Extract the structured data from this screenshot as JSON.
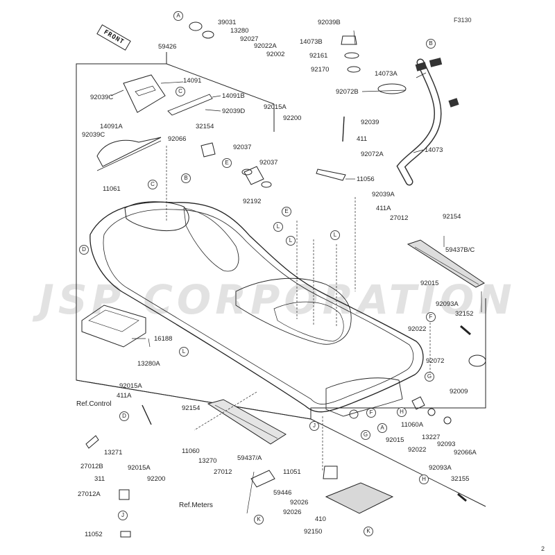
{
  "diagram": {
    "code": "F3130",
    "corner": "2",
    "front_label": "FRONT",
    "watermark": "JSP CORPORATION",
    "notes": {
      "ref_control": "Ref.Control",
      "ref_meters": "Ref.Meters"
    },
    "parts": {
      "p39031": "39031",
      "p13280": "13280",
      "p92027": "92027",
      "p92022A": "92022A",
      "p92002": "92002",
      "p59426": "59426",
      "p14091": "14091",
      "p92039C": "92039C",
      "p14091B": "14091B",
      "p92039D": "92039D",
      "p14091A": "14091A",
      "p92039C2": "92039C",
      "p92066": "92066",
      "p11061": "11061",
      "p32154": "32154",
      "p92037": "92037",
      "p92037b": "92037",
      "p92192": "92192",
      "p92015A": "92015A",
      "p92200": "92200",
      "p92039B": "92039B",
      "p14073B": "14073B",
      "p92161": "92161",
      "p92170": "92170",
      "p14073A": "14073A",
      "p92072B": "92072B",
      "p92039": "92039",
      "p411": "411",
      "p92072A": "92072A",
      "p11056": "11056",
      "p92039A": "92039A",
      "p14073": "14073",
      "p411A": "411A",
      "p27012": "27012",
      "p92154": "92154",
      "p59437BC": "59437B/C",
      "p92015": "92015",
      "p92093A": "92093A",
      "p32152": "32152",
      "p92022": "92022",
      "p92072": "92072",
      "p16188": "16188",
      "p13280A": "13280A",
      "p92015A2": "92015A",
      "p411A2": "411A",
      "p92154b": "92154",
      "p13271": "13271",
      "p27012B": "27012B",
      "p92015A3": "92015A",
      "p92200b": "92200",
      "p11060": "11060",
      "p13270": "13270",
      "p27012b": "27012",
      "p311": "311",
      "p27012A": "27012A",
      "p11052": "11052",
      "p59437A": "59437/A",
      "p11051": "11051",
      "p59446": "59446",
      "p92026": "92026",
      "p92026b": "92026",
      "p410": "410",
      "p92150": "92150",
      "p92009": "92009",
      "p11060A": "11060A",
      "p13227": "13227",
      "p92093": "92093",
      "p92066A": "92066A",
      "p92015b": "92015",
      "p92022b": "92022",
      "p92093Ab": "92093A",
      "p32155": "32155"
    },
    "refs": {
      "A": "A",
      "B": "B",
      "C": "C",
      "D": "D",
      "E": "E",
      "F": "F",
      "G": "G",
      "H": "H",
      "J": "J",
      "K": "K",
      "L": "L"
    }
  }
}
